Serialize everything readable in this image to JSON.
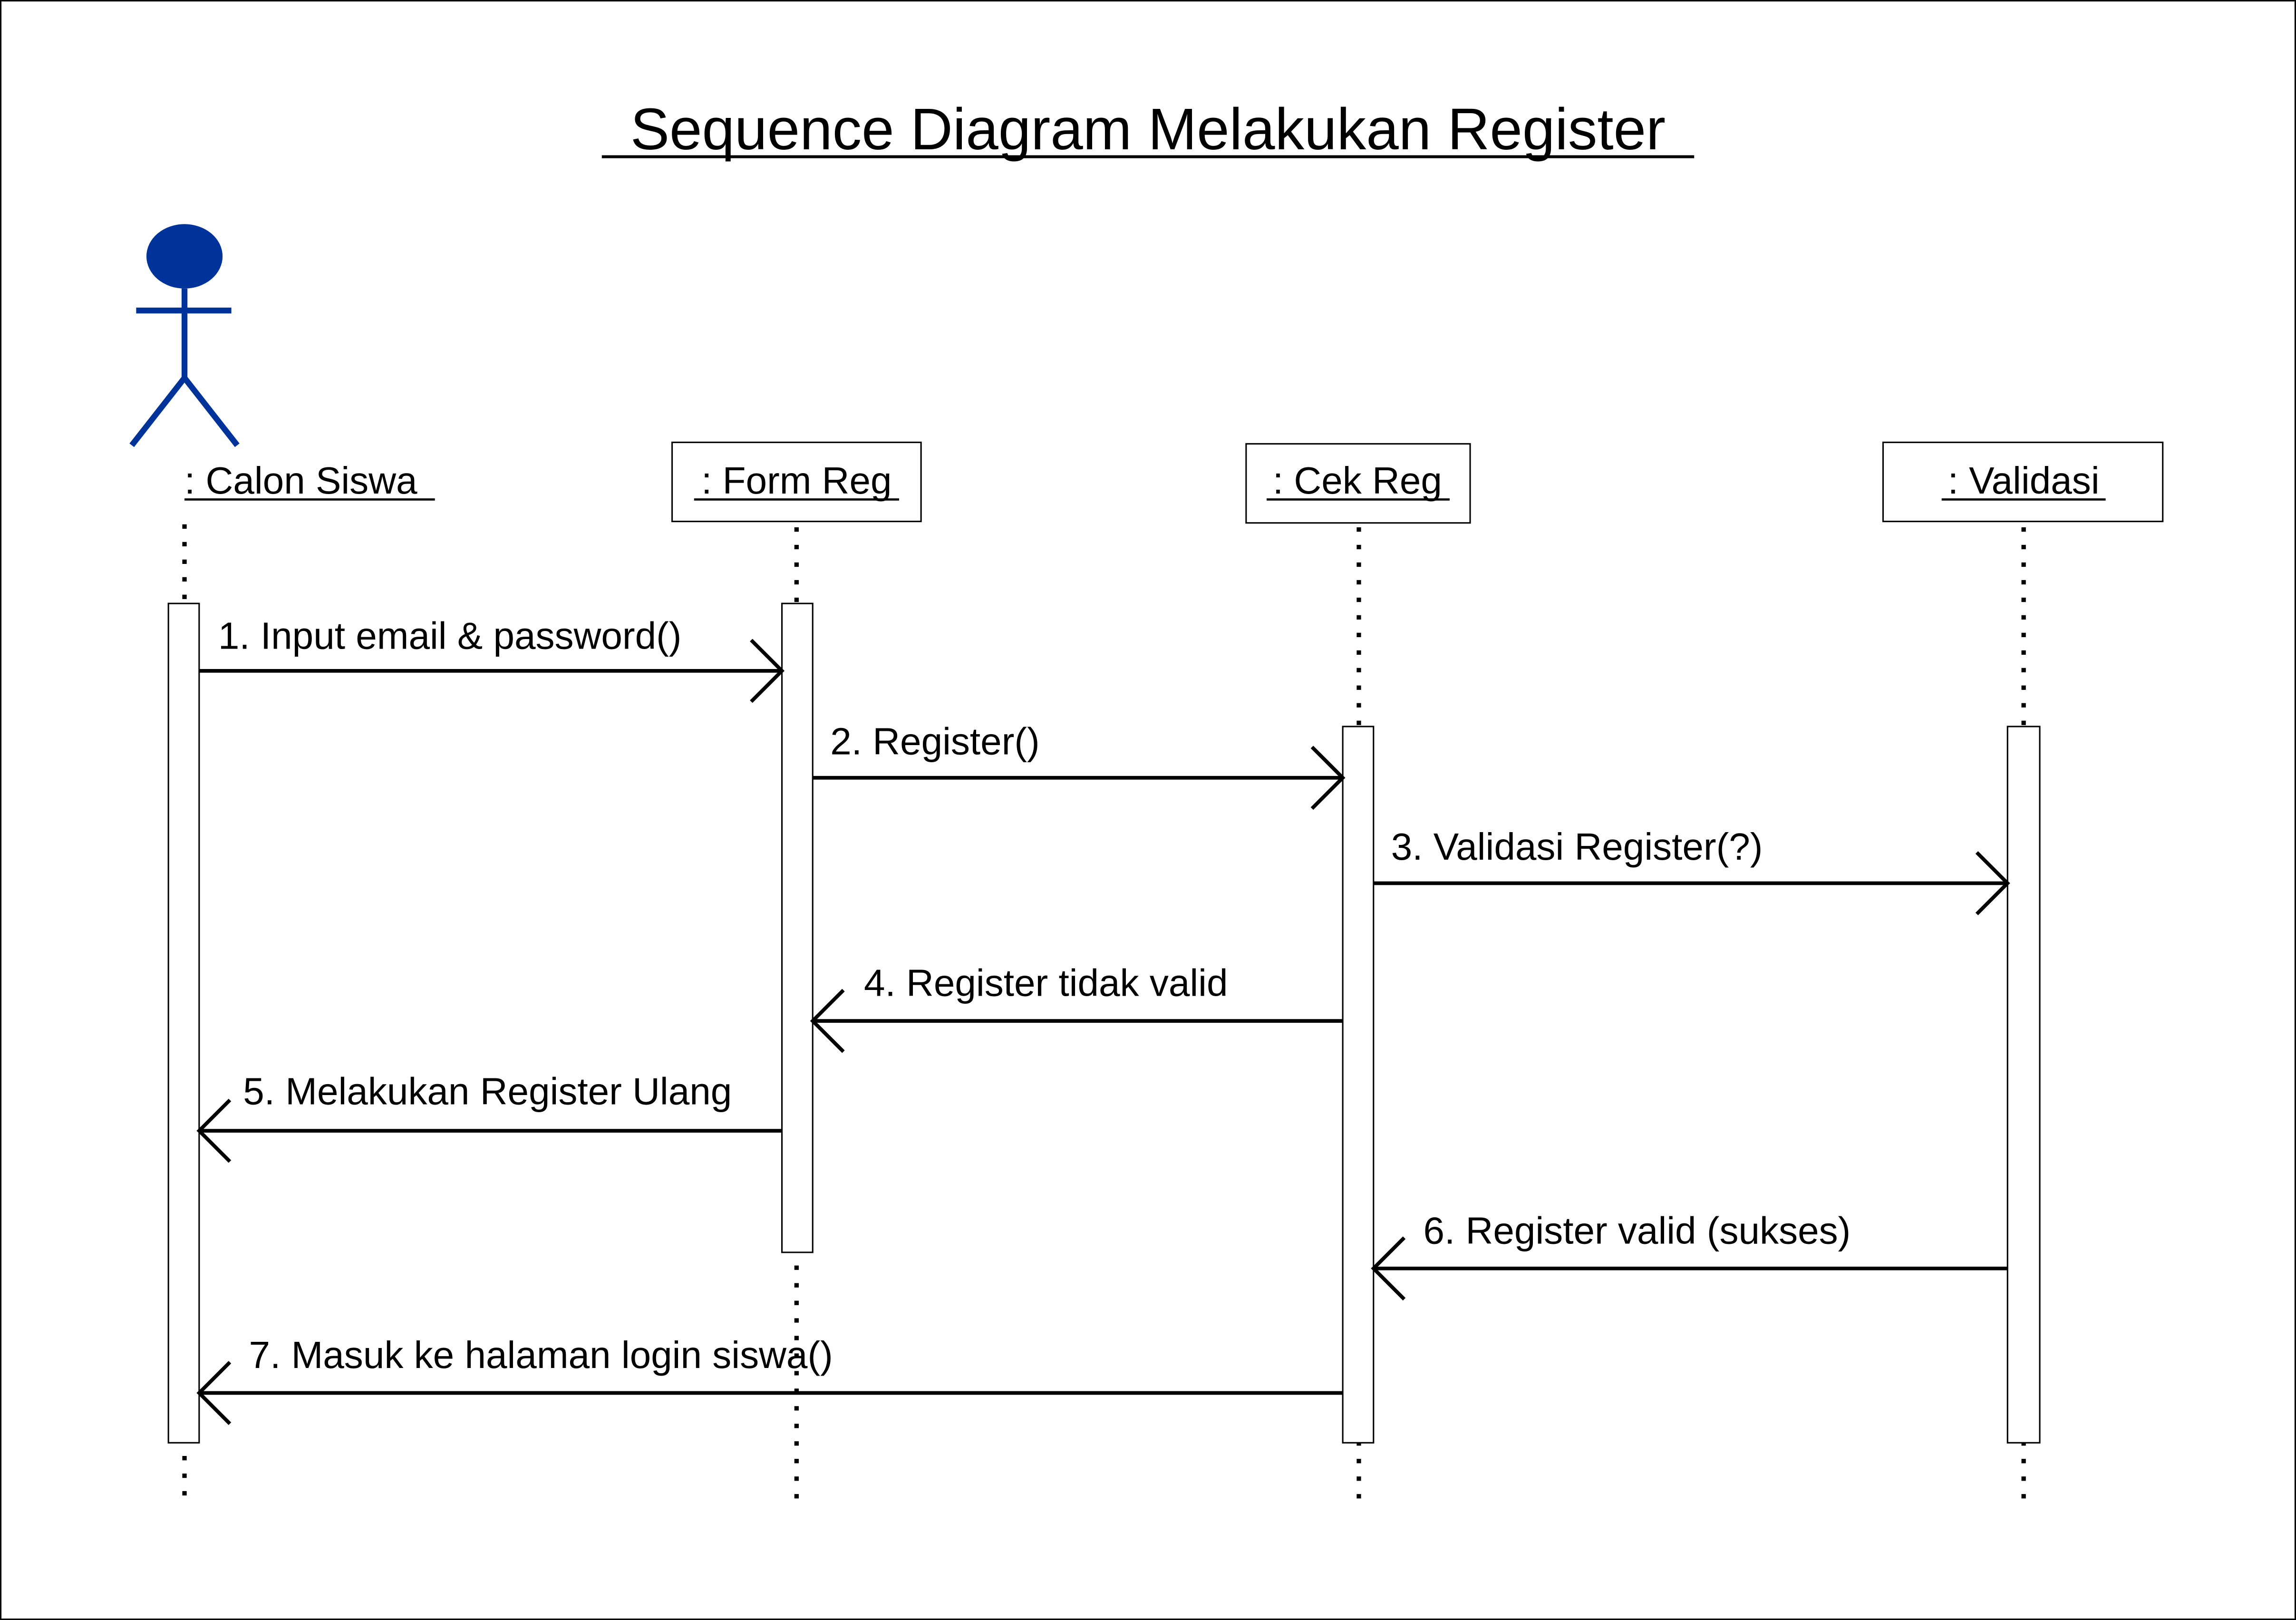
{
  "title": "Sequence Diagram Melakukan Register",
  "colors": {
    "actor": "#003399",
    "line": "#000000",
    "background": "#ffffff"
  },
  "participants": [
    {
      "id": "actor",
      "kind": "actor",
      "label": ": Calon Siswa"
    },
    {
      "id": "form",
      "kind": "object",
      "label": ": Form Reg"
    },
    {
      "id": "cek",
      "kind": "object",
      "label": ": Cek Reg"
    },
    {
      "id": "validasi",
      "kind": "object",
      "label": ": Validasi"
    }
  ],
  "messages": [
    {
      "from": "actor",
      "to": "form",
      "label": "1. Input email & password()"
    },
    {
      "from": "form",
      "to": "cek",
      "label": "2. Register()"
    },
    {
      "from": "cek",
      "to": "validasi",
      "label": "3. Validasi Register(?)"
    },
    {
      "from": "cek",
      "to": "form",
      "label": "4. Register tidak valid"
    },
    {
      "from": "form",
      "to": "actor",
      "label": "5. Melakukan Register Ulang"
    },
    {
      "from": "validasi",
      "to": "cek",
      "label": "6. Register valid (sukses)"
    },
    {
      "from": "cek",
      "to": "actor",
      "label": "7. Masuk ke halaman login siswa()"
    }
  ]
}
